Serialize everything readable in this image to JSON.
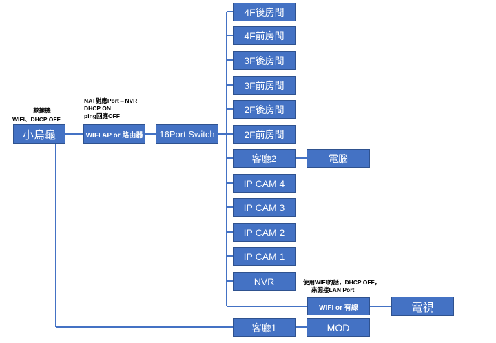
{
  "nodes": {
    "turtle": "小烏龜",
    "wifi_ap": "WIFI AP or 路由器",
    "switch": "16Port Switch",
    "room_4f_back": "4F後房間",
    "room_4f_front": "4F前房間",
    "room_3f_back": "3F後房間",
    "room_3f_front": "3F前房間",
    "room_2f_back": "2F後房間",
    "room_2f_front": "2F前房間",
    "living_room_2": "客廳2",
    "computer": "電腦",
    "ipcam_4": "IP CAM 4",
    "ipcam_3": "IP CAM 3",
    "ipcam_2": "IP CAM 2",
    "ipcam_1": "IP CAM 1",
    "nvr": "NVR",
    "wifi_or_wired": "WIFI or 有線",
    "tv": "電視",
    "living_room_1": "客廳1",
    "mod": "MOD"
  },
  "notes": {
    "turtle_line1": "數據機",
    "turtle_line2": "WIFI、DHCP OFF",
    "ap_line1": "NAT對應Port→NVR",
    "ap_line2": "DHCP ON",
    "ap_line3": "ping回應OFF",
    "tv_line1": "使用WIFI的話，DHCP OFF，",
    "tv_line2": "來源接LAN Port"
  },
  "colors": {
    "box_fill": "#4472C4",
    "box_border": "#2F528F",
    "connector": "#4472C4"
  }
}
